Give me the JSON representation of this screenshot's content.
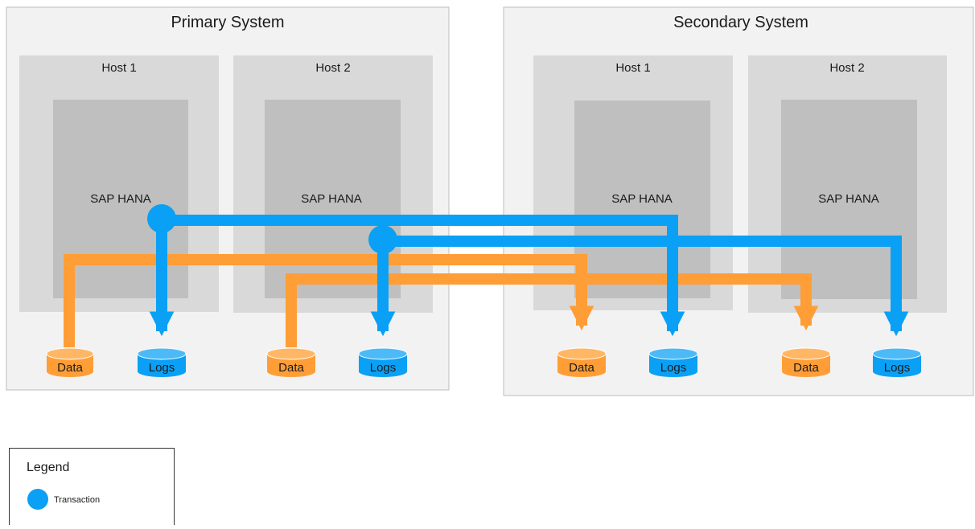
{
  "colors": {
    "system_bg": "#f2f2f2",
    "system_border": "#bdbdbd",
    "host_bg": "#d9d9d9",
    "hana_bg": "#bfbfbf",
    "data_orange": "#ff9e36",
    "log_blue": "#0aa0f5",
    "text": "#1a1a1a",
    "page_bg": "#ffffff"
  },
  "primary": {
    "title": "Primary System",
    "host1": {
      "label": "Host 1",
      "engine": "SAP HANA",
      "data_label": "Data",
      "logs_label": "Logs"
    },
    "host2": {
      "label": "Host 2",
      "engine": "SAP HANA",
      "data_label": "Data",
      "logs_label": "Logs"
    }
  },
  "secondary": {
    "title": "Secondary System",
    "host1": {
      "label": "Host 1",
      "engine": "SAP HANA",
      "data_label": "Data",
      "logs_label": "Logs"
    },
    "host2": {
      "label": "Host 2",
      "engine": "SAP HANA",
      "data_label": "Data",
      "logs_label": "Logs"
    }
  },
  "legend": {
    "title": "Legend",
    "items": [
      {
        "label": "Transaction",
        "icon": "transaction-dot-icon"
      }
    ]
  }
}
